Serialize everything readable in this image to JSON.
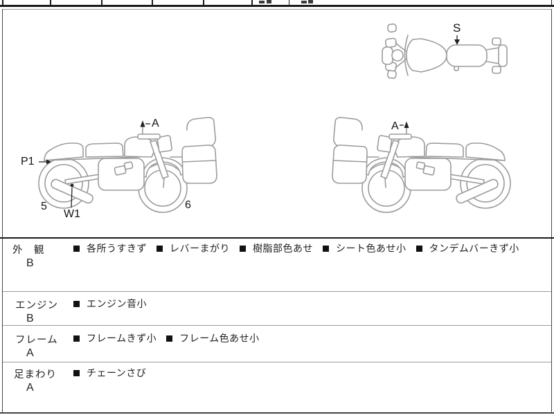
{
  "diagram": {
    "labels": {
      "seat_top_view": "S",
      "left_mirror": "A",
      "right_mirror": "A",
      "rear_fender": "P1",
      "muffler": "W1",
      "rear_wheel_num": "5",
      "front_wheel_num": "6"
    }
  },
  "condition": {
    "rows": [
      {
        "label": "外　観",
        "grade": "B",
        "items": [
          "各所うすきず",
          "レバーまがり",
          "樹脂部色あせ",
          "シート色あせ小",
          "タンデムバーきず小"
        ]
      },
      {
        "label": "エンジン",
        "grade": "B",
        "items": [
          "エンジン音小"
        ]
      },
      {
        "label": "フレーム",
        "grade": "A",
        "items": [
          "フレームきず小",
          "フレーム色あせ小"
        ]
      },
      {
        "label": "足まわり",
        "grade": "A",
        "items": [
          "チェーンさび"
        ]
      }
    ]
  },
  "colors": {
    "line_art": "#9b9b9b",
    "text": "#1c1c1c",
    "border": "#1a1a1a",
    "divider": "#999999"
  }
}
